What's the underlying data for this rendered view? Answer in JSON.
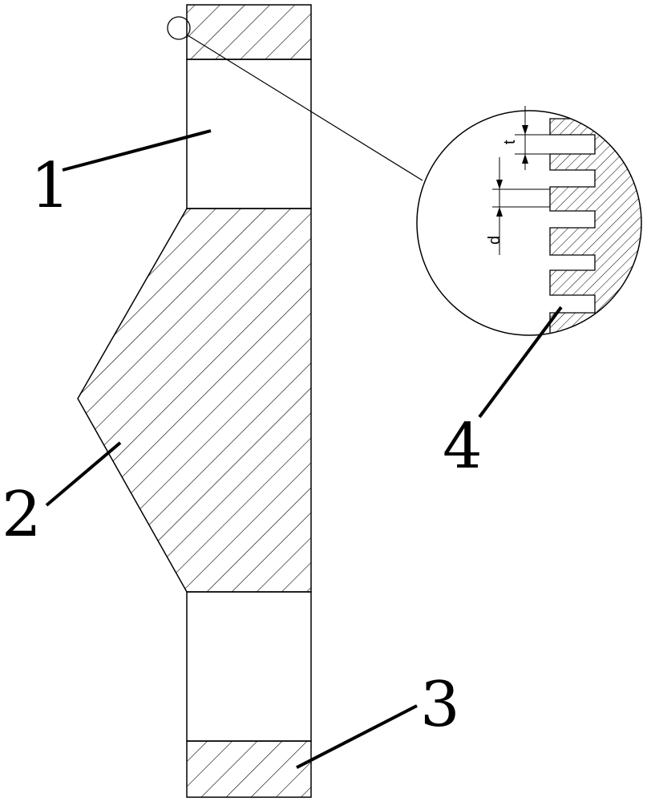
{
  "callouts": [
    {
      "id": "1",
      "text": "1"
    },
    {
      "id": "2",
      "text": "2"
    },
    {
      "id": "3",
      "text": "3"
    },
    {
      "id": "4",
      "text": "4"
    }
  ],
  "detail": {
    "dimensions": [
      {
        "id": "t",
        "text": "t"
      },
      {
        "id": "d",
        "text": "d"
      }
    ]
  },
  "colors": {
    "line": "#000000",
    "background": "#ffffff"
  }
}
